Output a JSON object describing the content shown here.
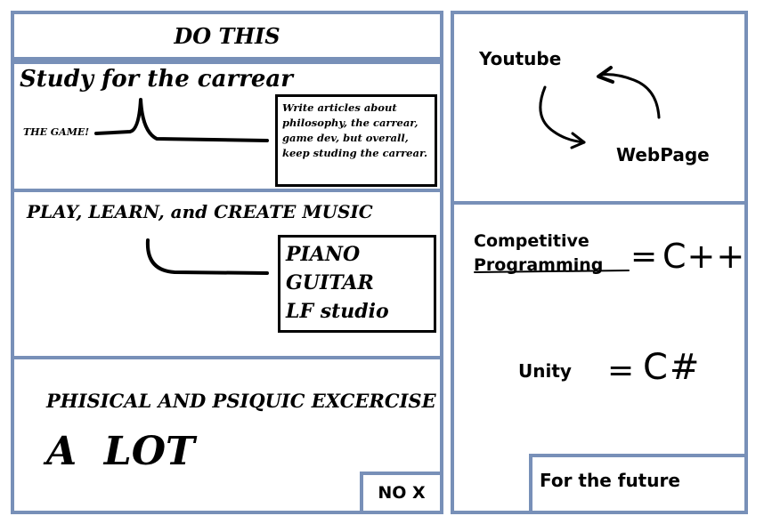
{
  "left_column": {
    "header": {
      "title": "DO THIS"
    },
    "study": {
      "title": "Study for the carrear",
      "branch_label": "THE GAME!",
      "note": "Write articles about philosophy, the carrear, game dev, but overall, keep studing the carrear."
    },
    "music": {
      "title": "PLAY, LEARN, and CREATE MUSIC",
      "items": [
        "PIANO",
        "GUITAR",
        "LF studio"
      ]
    },
    "exercise": {
      "title": "PHISICAL AND PSIQUIC EXCERCISE",
      "amount": "A  LOT",
      "badge": "NO X"
    }
  },
  "right_column": {
    "flow": {
      "source": "Youtube",
      "target": "WebPage"
    },
    "languages": {
      "rows": [
        {
          "label_line1": "Competitive",
          "label_line2": "Programming",
          "equals": "=",
          "language": "C++"
        },
        {
          "label_line1": "Unity",
          "label_line2": "",
          "equals": "=",
          "language": "C#"
        }
      ],
      "footer": "For the future"
    }
  },
  "colors": {
    "panel_border": "#7890b8",
    "ink": "#000000",
    "background": "#ffffff"
  }
}
